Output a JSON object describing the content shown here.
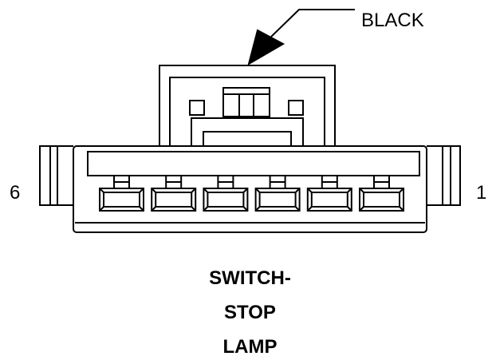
{
  "callout": {
    "label": "BLACK"
  },
  "pins": {
    "left": "6",
    "right": "1",
    "count": 6
  },
  "caption": [
    "SWITCH-",
    "STOP",
    "LAMP"
  ],
  "colors": {
    "line": "#000000",
    "background": "#ffffff"
  }
}
